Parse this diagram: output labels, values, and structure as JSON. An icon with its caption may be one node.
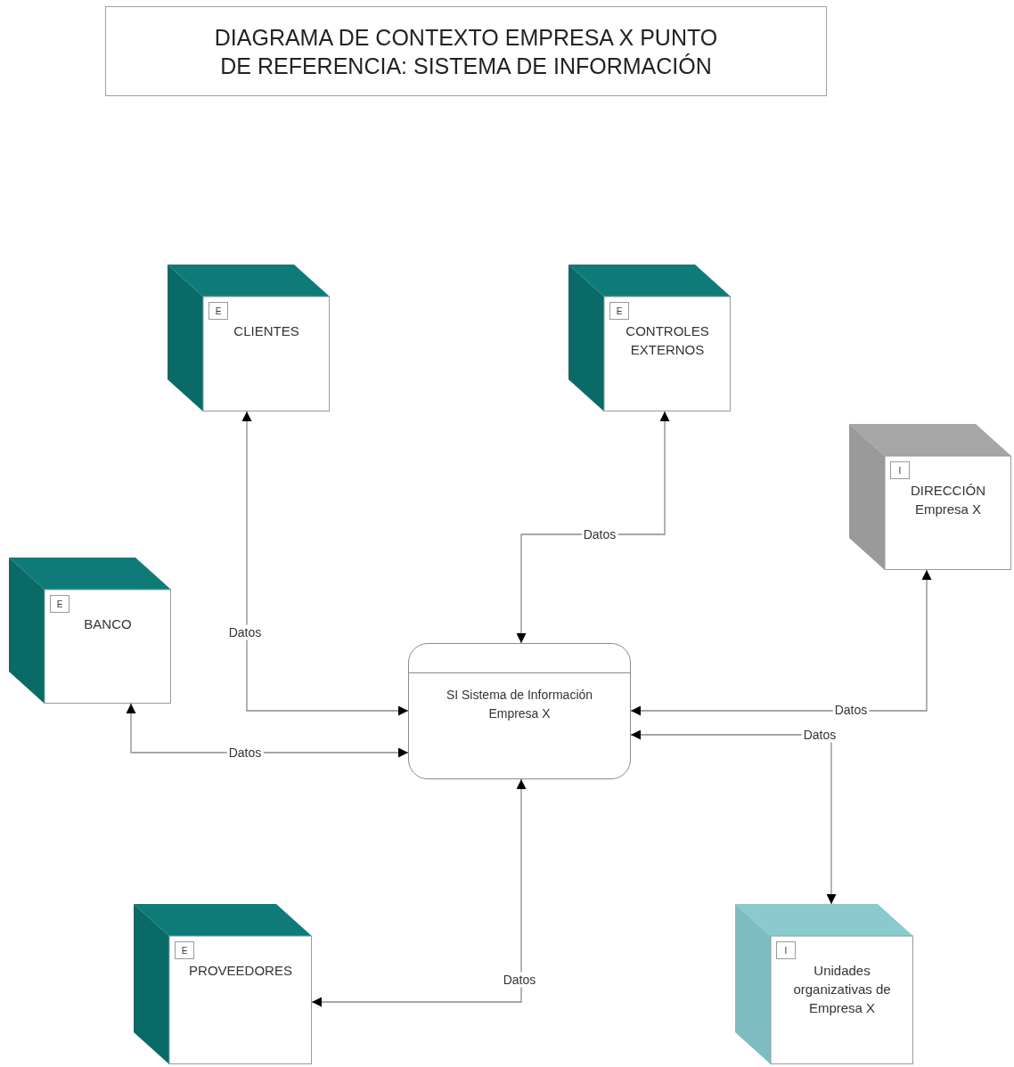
{
  "diagram": {
    "title": "DIAGRAMA DE CONTEXTO EMPRESA X PUNTO DE REFERENCIA: SISTEMA DE INFORMACIÓN",
    "nodes": [
      {
        "text": [
          "CLIENTES"
        ]
      },
      {
        "text": [
          "E"
        ],
        "in": 0
      },
      {
        "text": [
          "CONTROLES EXTERNOS"
        ]
      },
      {
        "text": [
          "E"
        ],
        "in": 2
      },
      {
        "text": [
          "DIRECCIÓN Empresa X"
        ]
      },
      {
        "text": [
          "I"
        ],
        "in": 4
      },
      {
        "text": [
          "BANCO"
        ]
      },
      {
        "text": [
          "E"
        ],
        "in": 6
      },
      {
        "text": [
          "SI Sistema de Información Empresa X"
        ]
      },
      {
        "text": [
          "PROVEEDORES"
        ]
      },
      {
        "text": [
          "E"
        ],
        "in": 9
      },
      {
        "text": [
          "Unidades organizativas de Empresa X"
        ]
      },
      {
        "text": [
          "I"
        ],
        "in": 11
      }
    ],
    "edges": [
      {
        "from": 0,
        "to": 8,
        "arrow": "both",
        "label": "Datos"
      },
      {
        "from": 2,
        "to": 8,
        "arrow": "both",
        "label": "Datos"
      },
      {
        "from": 4,
        "to": 8,
        "arrow": "both",
        "label": "Datos"
      },
      {
        "from": 6,
        "to": 8,
        "arrow": "both",
        "label": "Datos"
      },
      {
        "from": 11,
        "to": 8,
        "arrow": "both",
        "label": "Datos"
      },
      {
        "from": 9,
        "to": 8,
        "arrow": "both",
        "label": "Datos"
      }
    ]
  }
}
